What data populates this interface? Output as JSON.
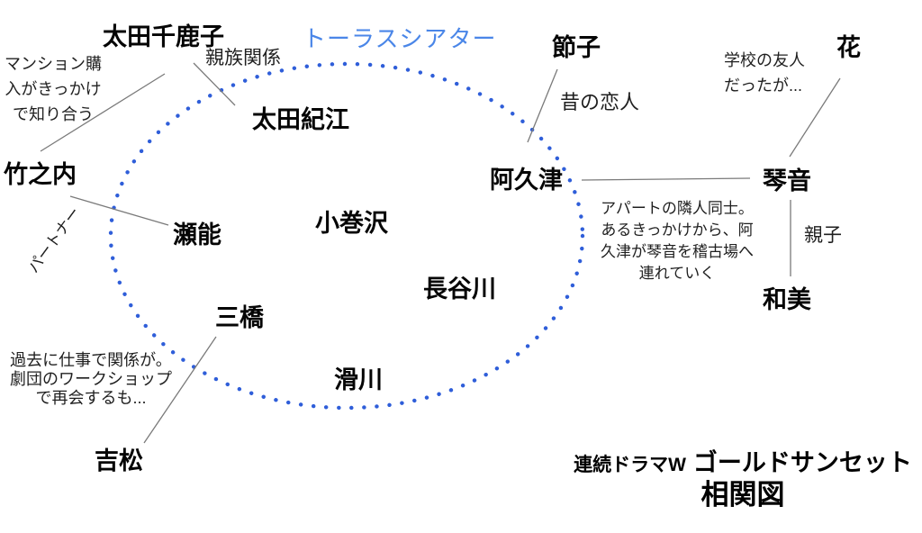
{
  "colors": {
    "theater_title": "#4a86e8",
    "ellipse_dots": "#2f5ed9",
    "relation_line": "#7a7a7a",
    "text": "#000000"
  },
  "theater": {
    "label": "トーラスシアター"
  },
  "people": {
    "ota_chikako": "太田千鹿子",
    "ota_norie": "太田紀江",
    "takenouchi": "竹之内",
    "senou": "瀬能",
    "komakizawa": "小巻沢",
    "hasegawa": "長谷川",
    "mitsuhashi": "三橋",
    "namekawa": "滑川",
    "akutsu": "阿久津",
    "setsuko": "節子",
    "hana": "花",
    "kotone": "琴音",
    "kazumi": "和美",
    "yoshimatsu": "吉松"
  },
  "relations": {
    "mansion": "マンション購入がきっかけで知り合う",
    "kinship": "親族関係",
    "partner": "パートナー",
    "old_lover": "昔の恋人",
    "school_friend": "学校の友人だったが...",
    "neighbors": "アパートの隣人同士。あるきっかけから、阿久津が琴音を稽古場へ連れていく",
    "parent_child": "親子",
    "past_work": "過去に仕事で関係が。劇団のワークショップで再会するも..."
  },
  "footer": {
    "series_prefix": "連続ドラマW",
    "series_name": "ゴールドサンセット",
    "diagram_type": "相関図"
  }
}
